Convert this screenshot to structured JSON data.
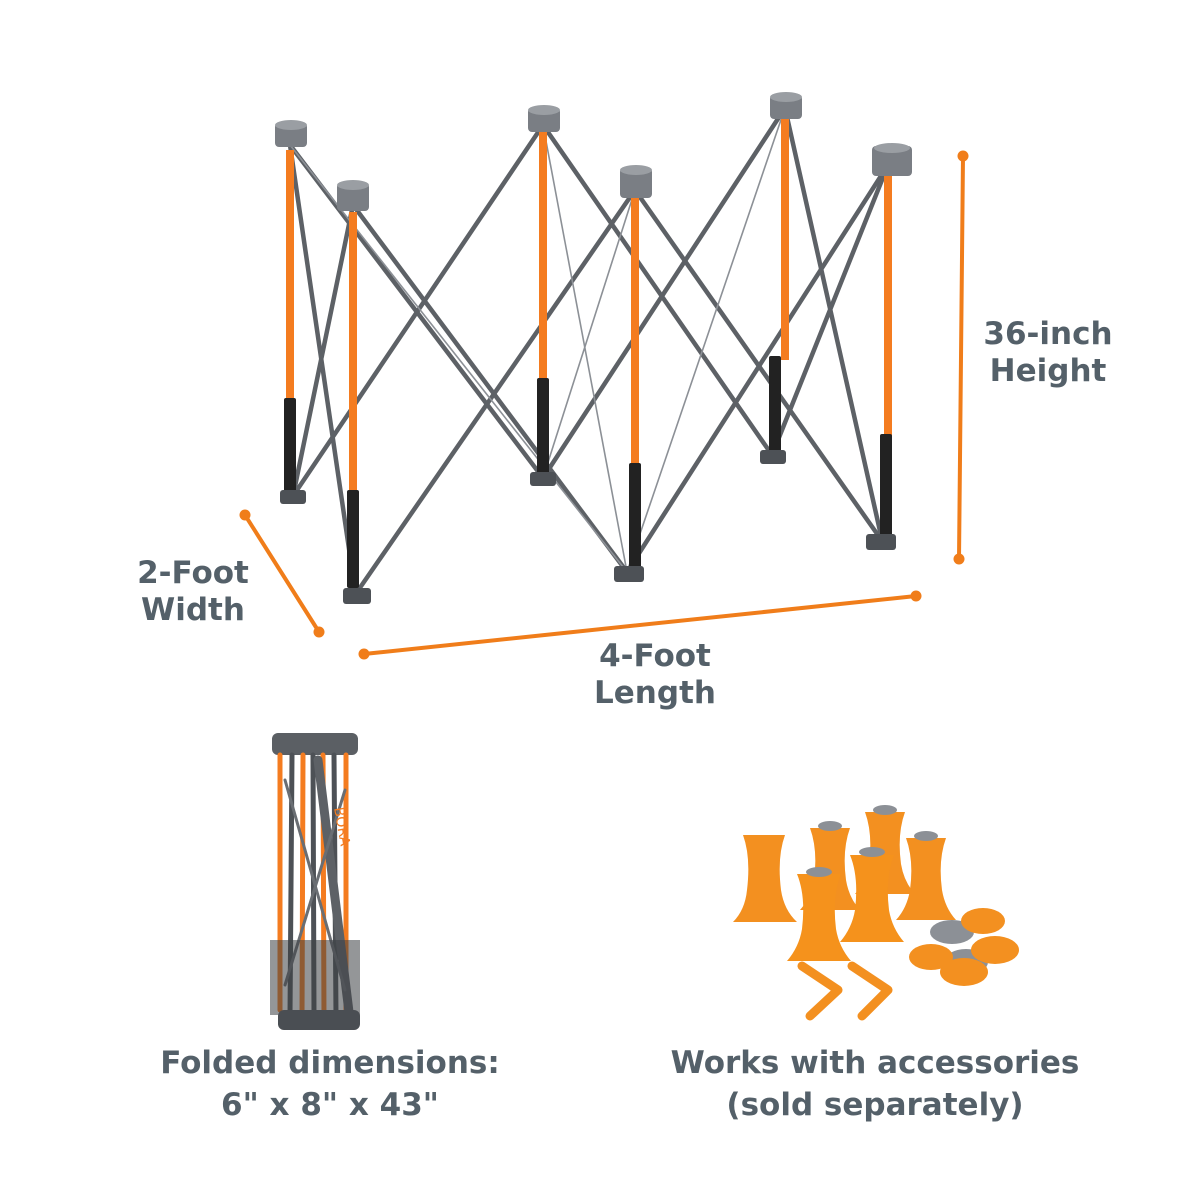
{
  "dimensions": {
    "height": {
      "line1": "36-inch",
      "line2": "Height"
    },
    "width": {
      "line1": "2-Foot",
      "line2": "Width"
    },
    "length": {
      "line1": "4-Foot",
      "line2": "Length"
    }
  },
  "folded": {
    "brand_mark": "BORA",
    "caption_line1": "Folded dimensions:",
    "caption_line2": "6\" x 8\" x 43\""
  },
  "accessories": {
    "caption_line1": "Works with accessories",
    "caption_line2": "(sold separately)"
  },
  "colors": {
    "accent_orange": "#f07d1a",
    "leg_orange": "#f47c20",
    "steel_gray": "#5d6166",
    "cap_gray": "#7a7e84",
    "text_slate": "#546069"
  }
}
